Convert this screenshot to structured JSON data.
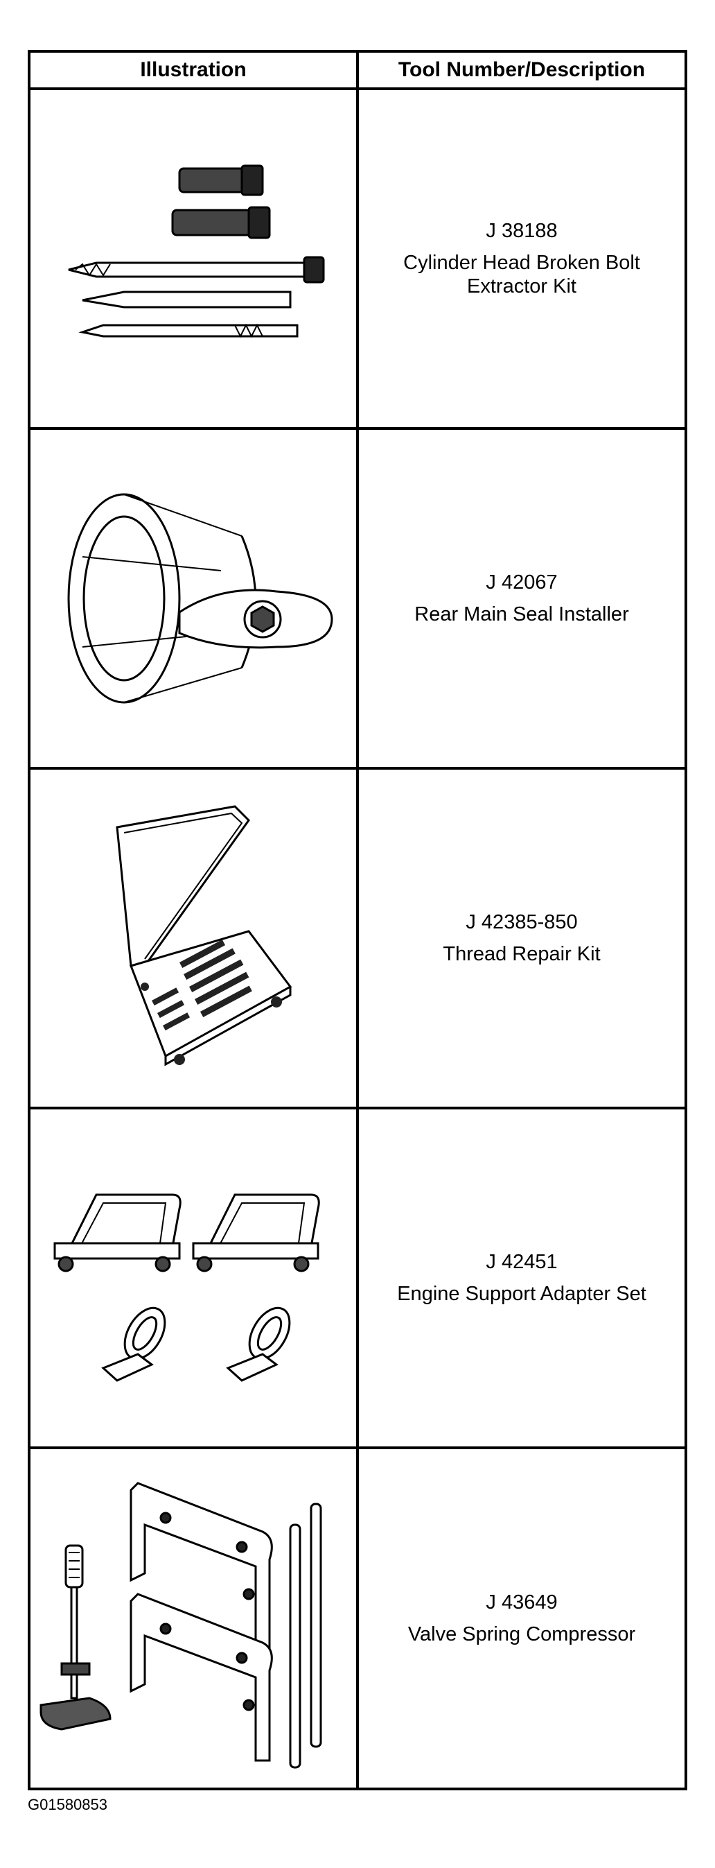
{
  "table": {
    "header": {
      "illustration": "Illustration",
      "tool": "Tool Number/Description"
    },
    "rows": [
      {
        "number": "J 38188",
        "description": "Cylinder Head Broken Bolt Extractor Kit",
        "icon": "broken-bolt-extractor-kit-icon"
      },
      {
        "number": "J 42067",
        "description": "Rear Main Seal Installer",
        "icon": "rear-main-seal-installer-icon"
      },
      {
        "number": "J 42385-850",
        "description": "Thread Repair Kit",
        "icon": "thread-repair-kit-icon"
      },
      {
        "number": "J 42451",
        "description": "Engine Support Adapter Set",
        "icon": "engine-support-adapter-set-icon"
      },
      {
        "number": "J 43649",
        "description": "Valve Spring Compressor",
        "icon": "valve-spring-compressor-icon"
      }
    ]
  },
  "figure_code": "G01580853"
}
